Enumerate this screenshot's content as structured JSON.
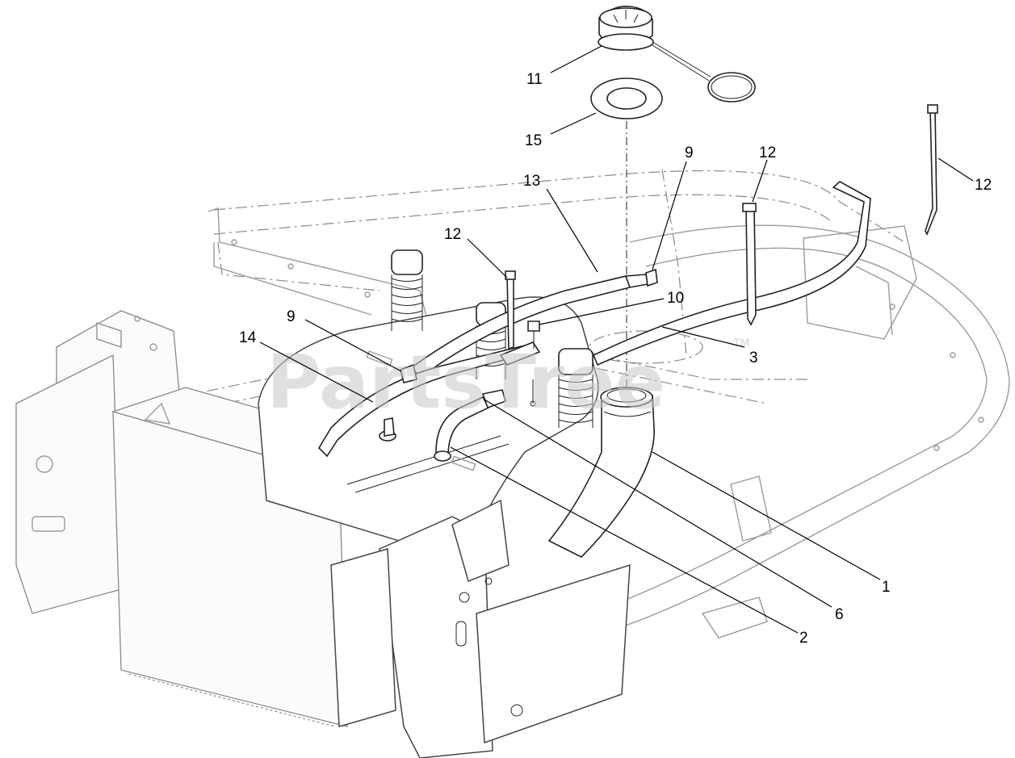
{
  "watermark": {
    "text": "PartsTree",
    "trademark": "TM"
  },
  "callouts": [
    {
      "id": "callout-11",
      "label": "11"
    },
    {
      "id": "callout-15",
      "label": "15"
    },
    {
      "id": "callout-9-top",
      "label": "9"
    },
    {
      "id": "callout-12-mid",
      "label": "12"
    },
    {
      "id": "callout-12-right",
      "label": "12"
    },
    {
      "id": "callout-13",
      "label": "13"
    },
    {
      "id": "callout-12-left",
      "label": "12"
    },
    {
      "id": "callout-10",
      "label": "10"
    },
    {
      "id": "callout-9-left",
      "label": "9"
    },
    {
      "id": "callout-14",
      "label": "14"
    },
    {
      "id": "callout-3",
      "label": "3"
    },
    {
      "id": "callout-1",
      "label": "1"
    },
    {
      "id": "callout-6",
      "label": "6"
    },
    {
      "id": "callout-2",
      "label": "2"
    }
  ]
}
